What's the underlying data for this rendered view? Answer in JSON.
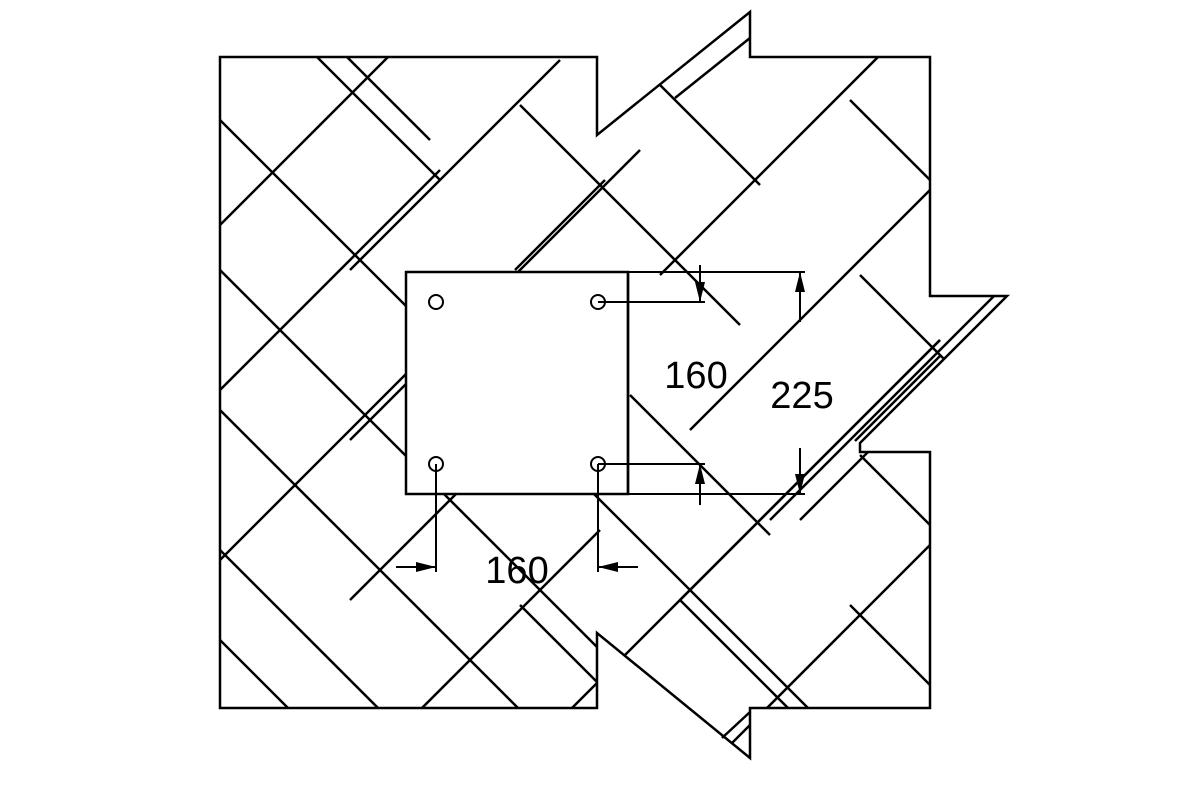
{
  "diagram": {
    "dimensions": {
      "horizontal_hole_spacing": "160",
      "vertical_hole_spacing": "160",
      "plate_height": "225"
    },
    "colors": {
      "line": "#000000",
      "background": "#ffffff"
    }
  }
}
